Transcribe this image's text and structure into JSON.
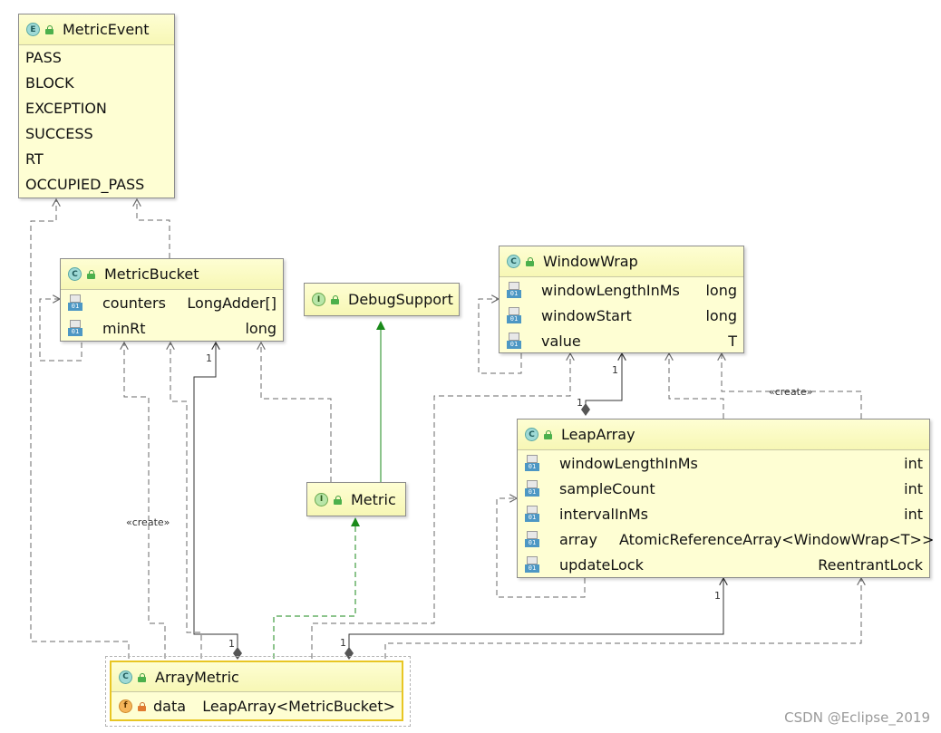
{
  "nodes": {
    "metric_event": {
      "kind": "E",
      "title": "MetricEvent",
      "items": [
        "PASS",
        "BLOCK",
        "EXCEPTION",
        "SUCCESS",
        "RT",
        "OCCUPIED_PASS"
      ]
    },
    "metric_bucket": {
      "kind": "C",
      "title": "MetricBucket",
      "fields": [
        {
          "name": "counters",
          "type": "LongAdder[]"
        },
        {
          "name": "minRt",
          "type": "long"
        }
      ]
    },
    "debug_support": {
      "kind": "I",
      "title": "DebugSupport"
    },
    "window_wrap": {
      "kind": "C",
      "title": "WindowWrap",
      "fields": [
        {
          "name": "windowLengthInMs",
          "type": "long"
        },
        {
          "name": "windowStart",
          "type": "long"
        },
        {
          "name": "value",
          "type": "T"
        }
      ]
    },
    "leap_array": {
      "kind": "C",
      "title": "LeapArray",
      "fields": [
        {
          "name": "windowLengthInMs",
          "type": "int"
        },
        {
          "name": "sampleCount",
          "type": "int"
        },
        {
          "name": "intervalInMs",
          "type": "int"
        },
        {
          "name": "array",
          "type": "AtomicReferenceArray<WindowWrap<T>>"
        },
        {
          "name": "updateLock",
          "type": "ReentrantLock"
        }
      ]
    },
    "metric": {
      "kind": "I",
      "title": "Metric"
    },
    "array_metric": {
      "kind": "C",
      "title": "ArrayMetric",
      "field_kind": "f",
      "fields": [
        {
          "name": "data",
          "type": "LeapArray<MetricBucket>"
        }
      ]
    }
  },
  "edge_labels": {
    "create_left": "«create»",
    "create_right": "«create»",
    "mult_bucket_top": "1",
    "mult_bucket_bottom": "1",
    "mult_wrap_top": "1",
    "mult_wrap_bottom": "1",
    "mult_leap_top": "1",
    "mult_leap_bottom": "1"
  },
  "colors": {
    "node_fill": "#fefed3",
    "node_border": "#8c8c8c",
    "selected_border": "#e8c624",
    "dep_line": "#6a6a6a",
    "inherit_line": "#1a8a1a",
    "assoc_line": "#333333"
  },
  "watermark": "CSDN @Eclipse_2019"
}
